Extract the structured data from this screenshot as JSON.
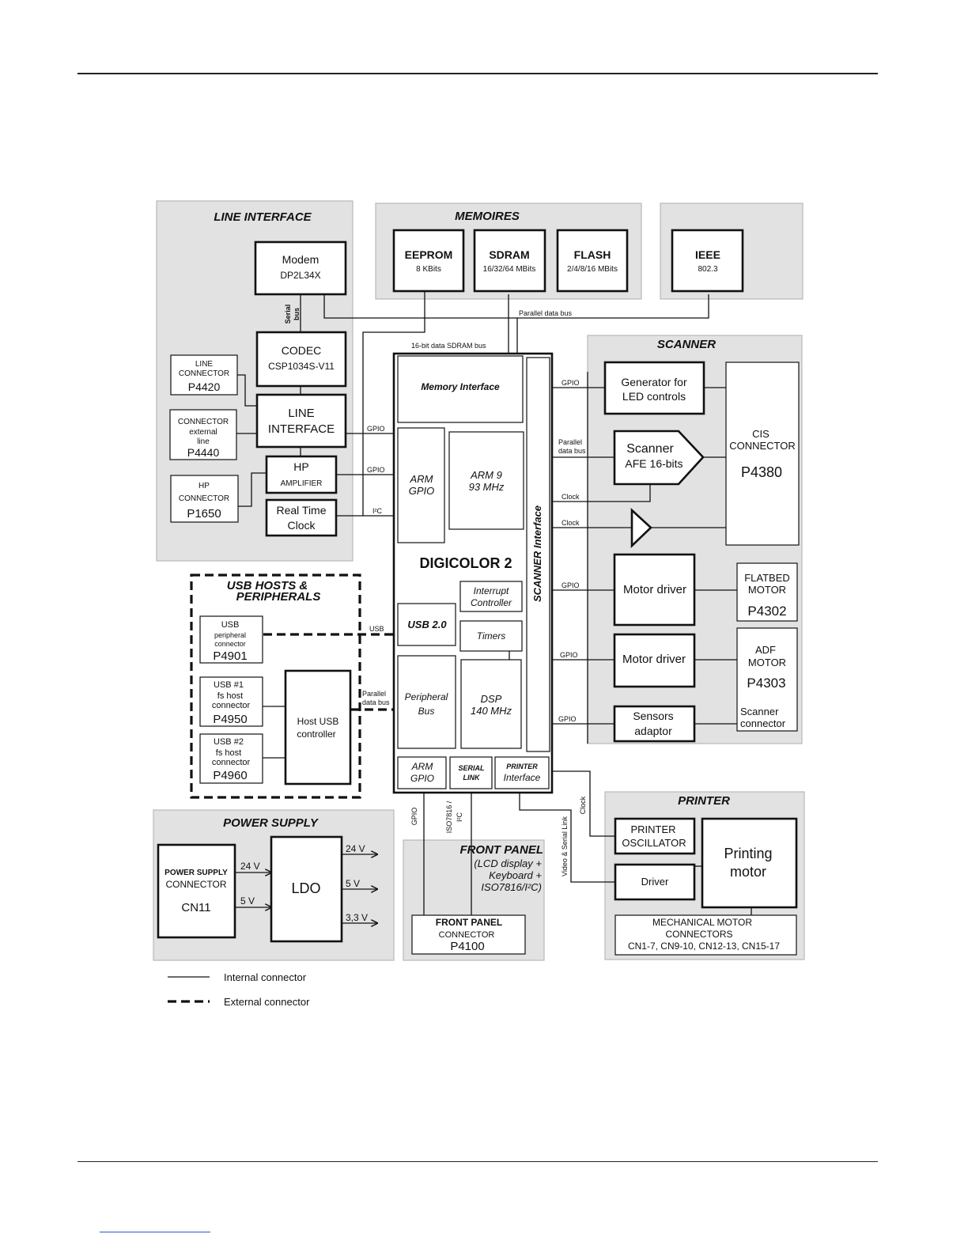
{
  "groups": {
    "line_interface": "LINE INTERFACE",
    "memoires": "MEMOIRES",
    "scanner": "SCANNER",
    "usb": [
      "USB HOSTS &",
      "PERIPHERALS"
    ],
    "power": "POWER SUPPLY",
    "printer": "PRINTER",
    "front_panel": [
      "FRONT PANEL",
      "(LCD display +",
      "Keyboard +",
      "ISO7816/I²C)"
    ]
  },
  "blocks": {
    "modem": [
      "Modem",
      "DP2L34X"
    ],
    "codec": [
      "CODEC",
      "CSP1034S-V11"
    ],
    "line_iface": [
      "LINE",
      "INTERFACE"
    ],
    "hp_amp": [
      "HP",
      "AMPLIFIER"
    ],
    "rtc": [
      "Real Time",
      "Clock"
    ],
    "line_conn": [
      "LINE",
      "CONNECTOR",
      "P4420"
    ],
    "ext_line_conn": [
      "CONNECTOR",
      "external",
      "line",
      "P4440"
    ],
    "hp_conn": [
      "HP",
      "CONNECTOR",
      "P1650"
    ],
    "eeprom": [
      "EEPROM",
      "8 KBits"
    ],
    "sdram": [
      "SDRAM",
      "16/32/64 MBits"
    ],
    "flash": [
      "FLASH",
      "2/4/8/16 MBits"
    ],
    "ieee": [
      "IEEE",
      "802.3"
    ],
    "memory_interface": "Memory Interface",
    "arm_gpio": [
      "ARM",
      "GPIO"
    ],
    "arm9": [
      "ARM 9",
      "93 MHz"
    ],
    "digicolor": "DIGICOLOR 2",
    "scanner_interface": "SCANNER Interface",
    "interrupt": [
      "Interrupt",
      "Controller"
    ],
    "usb20": "USB 2.0",
    "timers": "Timers",
    "peripheral_bus": [
      "Peripheral",
      "Bus"
    ],
    "dsp": [
      "DSP",
      "140 MHz"
    ],
    "arm_gpio_bottom": [
      "ARM",
      "GPIO"
    ],
    "serial_link": [
      "SERIAL",
      "LINK"
    ],
    "printer_interface": [
      "PRINTER",
      "Interface"
    ],
    "generator": [
      "Generator for",
      "LED controls"
    ],
    "scanner_afe": [
      "Scanner",
      "AFE 16-bits"
    ],
    "cis": [
      "CIS",
      "CONNECTOR",
      "P4380"
    ],
    "motor_driver_1": "Motor driver",
    "motor_driver_2": "Motor driver",
    "flatbed": [
      "FLATBED",
      "MOTOR",
      "P4302"
    ],
    "adf": [
      "ADF",
      "MOTOR",
      "P4303"
    ],
    "sensors": [
      "Sensors",
      "adaptor"
    ],
    "scanner_connector": [
      "Scanner",
      "connector"
    ],
    "usb_periph": [
      "USB",
      "peripheral",
      "connector",
      "P4901"
    ],
    "usb1": [
      "USB #1",
      "fs host",
      "connector",
      "P4950"
    ],
    "usb2": [
      "USB #2",
      "fs host",
      "connector",
      "P4960"
    ],
    "host_usb": [
      "Host USB",
      "controller"
    ],
    "ps_conn": [
      "POWER SUPPLY",
      "CONNECTOR",
      "CN11"
    ],
    "ldo": "LDO",
    "fp_conn": [
      "FRONT PANEL",
      "CONNECTOR",
      "P4100"
    ],
    "printer_osc": [
      "PRINTER",
      "OSCILLATOR"
    ],
    "driver": "Driver",
    "printing_motor": [
      "Printing",
      "motor"
    ],
    "mech_motor": [
      "MECHANICAL MOTOR",
      "CONNECTORS",
      "CN1-7, CN9-10, CN12-13, CN15-17"
    ]
  },
  "signals": {
    "serial_bus": [
      "Serial",
      "bus"
    ],
    "parallel_data_bus": "Parallel data bus",
    "sdram_bus": "16-bit data SDRAM bus",
    "gpio": "GPIO",
    "i2c": "I²C",
    "usb": "USB",
    "parallel_data_bus_2": [
      "Parallel",
      "data bus"
    ],
    "clock": "Clock",
    "iso7816": [
      "ISO7816 /",
      "I²C"
    ],
    "video_serial": "Video & Serial Link",
    "v24": "24 V",
    "v5": "5 V",
    "v33": "3,3 V"
  },
  "legend": {
    "internal": "Internal connector",
    "external": "External connector"
  }
}
